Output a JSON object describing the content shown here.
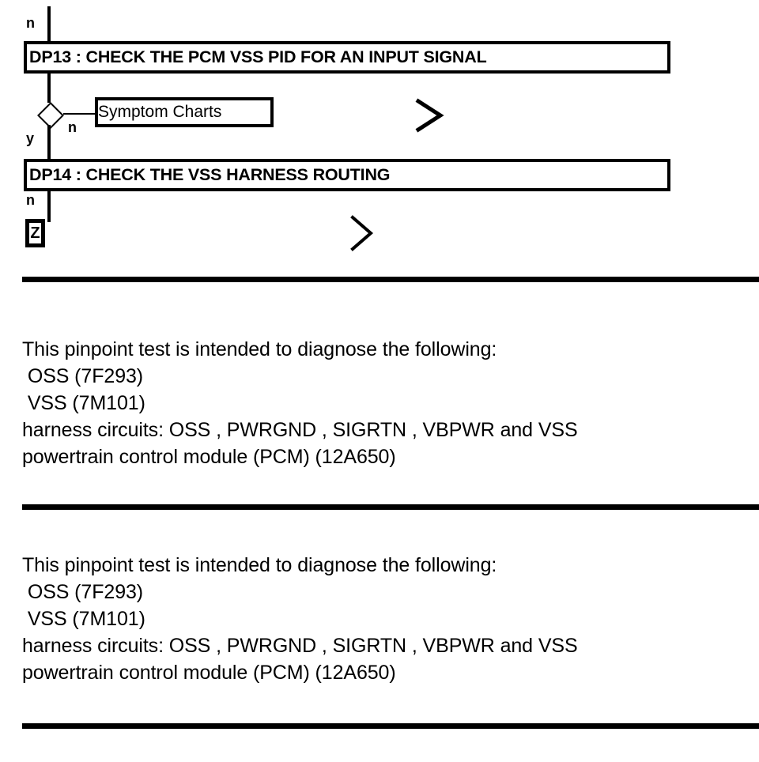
{
  "flowchart": {
    "top_edge_label": "n",
    "steps": [
      {
        "id": "dp13",
        "label": "DP13 : CHECK THE PCM VSS PID FOR AN INPUT SIGNAL"
      },
      {
        "id": "dp14",
        "label": "DP14 : CHECK THE VSS HARNESS ROUTING"
      }
    ],
    "decision": {
      "yes_label": "y",
      "no_label": "n",
      "branch_target": "Symptom Charts"
    },
    "dp14_edge_label": "n",
    "terminal": {
      "label": "Z"
    },
    "markers": [
      {
        "name": "chevron-marker-1"
      },
      {
        "name": "chevron-marker-2"
      }
    ]
  },
  "sections": [
    {
      "id": "section-1",
      "lines": [
        "This pinpoint test is intended to diagnose the following:",
        " OSS (7F293)",
        " VSS (7M101)",
        "harness circuits: OSS , PWRGND , SIGRTN , VBPWR and VSS",
        "powertrain control module (PCM) (12A650)"
      ]
    },
    {
      "id": "section-2",
      "lines": [
        "This pinpoint test is intended to diagnose the following:",
        " OSS (7F293)",
        " VSS (7M101)",
        "harness circuits: OSS , PWRGND , SIGRTN , VBPWR and VSS",
        "powertrain control module (PCM) (12A650)"
      ]
    }
  ],
  "colors": {
    "ink": "#000000",
    "paper": "#ffffff"
  }
}
